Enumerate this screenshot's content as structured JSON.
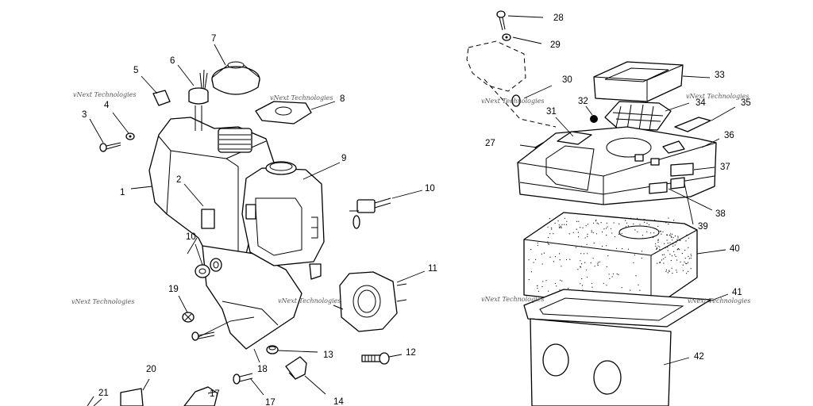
{
  "watermark": "vNext Technologies",
  "callouts": [
    "1",
    "2",
    "3",
    "4",
    "5",
    "6",
    "7",
    "8",
    "9",
    "10",
    "10",
    "11",
    "12",
    "13",
    "14",
    "17",
    "17",
    "18",
    "19",
    "20",
    "21",
    "27",
    "28",
    "29",
    "30",
    "31",
    "32",
    "33",
    "34",
    "35",
    "36",
    "37",
    "38",
    "39",
    "40",
    "41",
    "42"
  ]
}
